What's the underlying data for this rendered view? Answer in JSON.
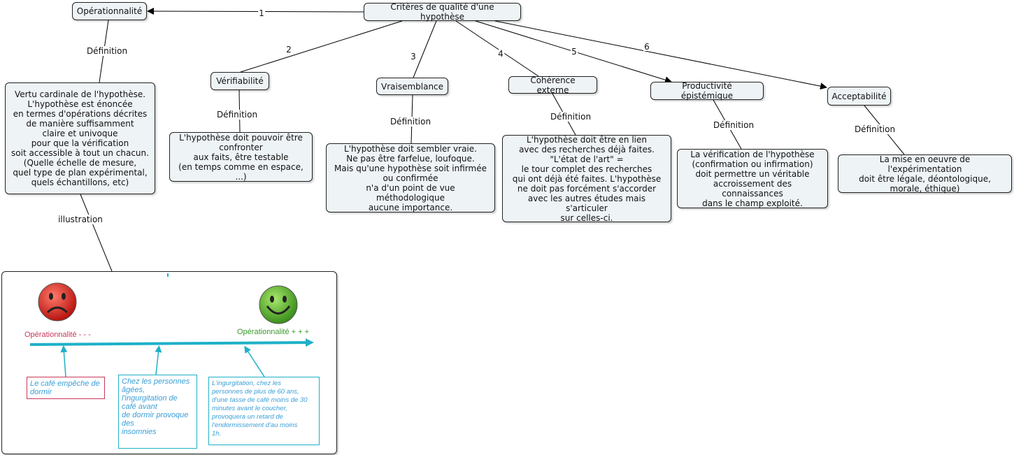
{
  "root": {
    "label": "Critères de qualité d'une hypothèse"
  },
  "branch_numbers": [
    "1",
    "2",
    "3",
    "4",
    "5",
    "6"
  ],
  "link_definition": "Définition",
  "link_illustration": "illustration",
  "criteria": [
    {
      "label": "Opérationnalité",
      "definition": "Vertu cardinale de l'hypothèse.\nL'hypothèse est énoncée\nen termes d'opérations décrites\nde manière suffisamment\nclaire et univoque\npour que la vérification\nsoit accessible à tout un chacun.\n(Quelle échelle de mesure,\nquel type de plan expérimental,\nquels échantillons, etc)"
    },
    {
      "label": "Vérifiabilité",
      "definition": "L'hypothèse doit pouvoir être\nconfronter\naux faits, être testable\n(en temps comme en espace, ...)"
    },
    {
      "label": "Vraisemblance",
      "definition": "L'hypothèse doit sembler vraie.\nNe pas être farfelue, loufoque.\nMais qu'une hypothèse soit infirmée\nou confirmée\nn'a d'un point de vue méthodologique\naucune importance."
    },
    {
      "label": "Cohérence externe",
      "definition": "L'hypothèse doit être en lien\navec des recherches déjà faites.\n\"L'état de l'art\" =\nle tour complet des recherches\nqui ont déjà été faites. L'hypothèse\nne doit pas forcément s'accorder\navec les autres études mais s'articuler\nsur celles-ci."
    },
    {
      "label": "Productivité épistémique",
      "definition": "La vérification de l'hypothèse\n(confirmation ou infirmation)\ndoit permettre un véritable\naccroissement des connaissances\ndans le champ exploité."
    },
    {
      "label": "Acceptabilité",
      "definition": "La mise en oeuvre de l'expérimentation\ndoit être légale, déontologique,\nmorale, éthique)"
    }
  ],
  "illustration": {
    "low_label": "Opérationnalité - - -",
    "high_label": "Opérationnalité + + +",
    "colors": {
      "low": "#c8385a",
      "high": "#3c9a2e",
      "axis": "#1fb0c8",
      "sad_face": "#d8221c",
      "happy_face": "#5cb531"
    },
    "examples": [
      {
        "text": "Le café empêche de\ndormir"
      },
      {
        "text": "Chez les personnes\nâgées,\nl'ingurgitation de\ncafé avant\nde dormir provoque\ndes\ninsomnies"
      },
      {
        "text": "L'ingurgitation, chez les\npersonnes de plus de 60 ans,\nd'une tasse de café moins de 30\nminutes avant le coucher,\nprovoquera un retard de\nl'endormissement d'au moins\n1h."
      }
    ]
  }
}
